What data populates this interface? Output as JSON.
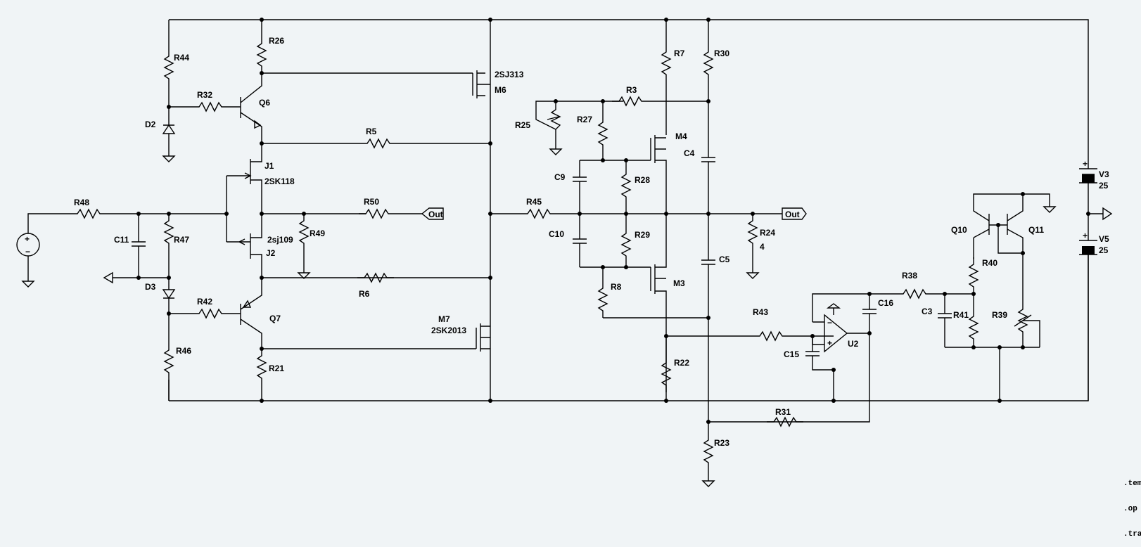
{
  "schematic": {
    "components": {
      "R44": "R44",
      "R26": "R26",
      "R32": "R32",
      "Q6": "Q6",
      "D2": "D2",
      "J1": "J1",
      "J1_model": "2SK118",
      "R48": "R48",
      "C11": "C11",
      "R47": "R47",
      "J2": "J2",
      "J2_model": "2sj109",
      "R49": "R49",
      "D3": "D3",
      "R42": "R42",
      "Q7": "Q7",
      "R46": "R46",
      "R21": "R21",
      "R5": "R5",
      "R50": "R50",
      "R6": "R6",
      "M6": "M6",
      "M6_model": "2SJ313",
      "M7": "M7",
      "M7_model": "2SK2013",
      "R45": "R45",
      "R25": "R25",
      "R27": "R27",
      "R3": "R3",
      "R7": "R7",
      "R30": "R30",
      "C9": "C9",
      "R28": "R28",
      "M4": "M4",
      "C4": "C4",
      "C10": "C10",
      "R29": "R29",
      "R8": "R8",
      "M3": "M3",
      "C5": "C5",
      "R24": "R24",
      "R24_value": "4",
      "R43": "R43",
      "R22": "R22",
      "R31": "R31",
      "R23": "R23",
      "C15": "C15",
      "U2": "U2",
      "C16": "C16",
      "R38": "R38",
      "C3": "C3",
      "R41": "R41",
      "R40": "R40",
      "R39": "R39",
      "Q10": "Q10",
      "Q11": "Q11",
      "V3": "V3",
      "V3_value": "25",
      "V5": "V5",
      "V5_value": "25"
    },
    "nets": {
      "out1": "Out",
      "out2": "Out"
    },
    "directives": [
      ".temp",
      ".op",
      ".tran"
    ]
  }
}
